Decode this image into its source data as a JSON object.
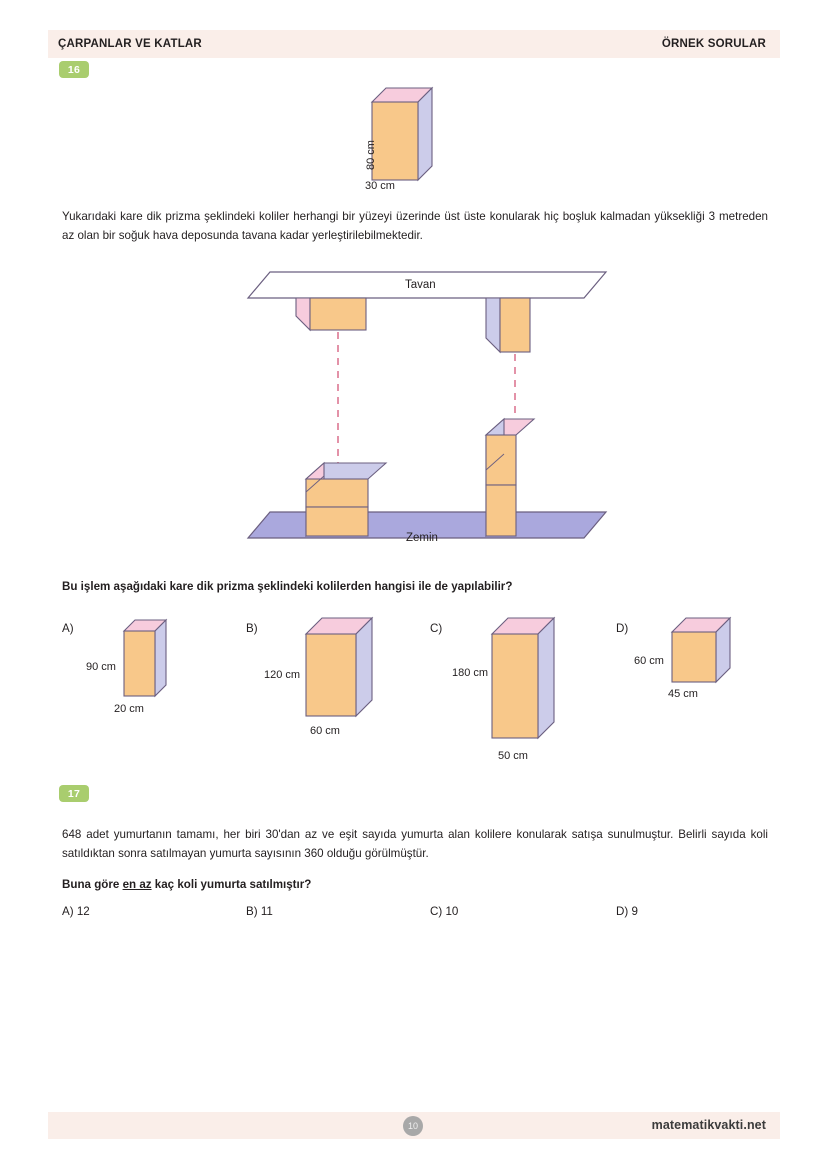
{
  "header": {
    "left_title": "ÇARPANLAR VE KATLAR",
    "right_title": "ÖRNEK SORULAR"
  },
  "footer": {
    "page_number": "10",
    "brand": "matematikvakti.net"
  },
  "question16": {
    "badge": "16",
    "top_prism": {
      "height_label": "80 cm",
      "width_label": "30 cm"
    },
    "body_text": "Yukarıdaki kare dik prizma şeklindeki koliler herhangi bir yüzeyi üzerinde üst üste konularak hiç boşluk kalmadan yüksekliği 3 metreden az olan bir soğuk hava deposunda tavana kadar yerleştirilebilmektedir.",
    "scene": {
      "ceiling_label": "Tavan",
      "floor_label": "Zemin"
    },
    "prompt": "Bu işlem aşağıdaki kare dik prizma şeklindeki kolilerden hangisi ile de yapılabilir?",
    "options": [
      {
        "letter": "A)",
        "height_label": "90 cm",
        "width_label": "20 cm"
      },
      {
        "letter": "B)",
        "height_label": "120 cm",
        "width_label": "60 cm"
      },
      {
        "letter": "C)",
        "height_label": "180 cm",
        "width_label": "50 cm"
      },
      {
        "letter": "D)",
        "height_label": "60 cm",
        "width_label": "45 cm"
      }
    ]
  },
  "question17": {
    "badge": "17",
    "body_text": "648 adet yumurtanın tamamı, her biri 30'dan az ve eşit sayıda yumurta alan kolilere konularak satışa sunulmuştur. Belirli sayıda koli satıldıktan sonra satılmayan yumurta sayısının 360 olduğu görülmüştür.",
    "prompt_pre": "Buna göre ",
    "prompt_underline": "en az",
    "prompt_post": " kaç koli yumurta satılmıştır?",
    "options": [
      {
        "label": "A) 12"
      },
      {
        "label": "B) 11"
      },
      {
        "label": "C) 10"
      },
      {
        "label": "D) 9"
      }
    ]
  },
  "colors": {
    "header_bg": "#faeee9",
    "badge_green": "#a9cd6e",
    "prism_front": "#f8c88a",
    "prism_top": "#f7ccdd",
    "prism_side": "#ccccea",
    "prism_stroke": "#6b5f80",
    "floor_fill": "#aaa8dd",
    "dashed_line": "#d4587a"
  }
}
